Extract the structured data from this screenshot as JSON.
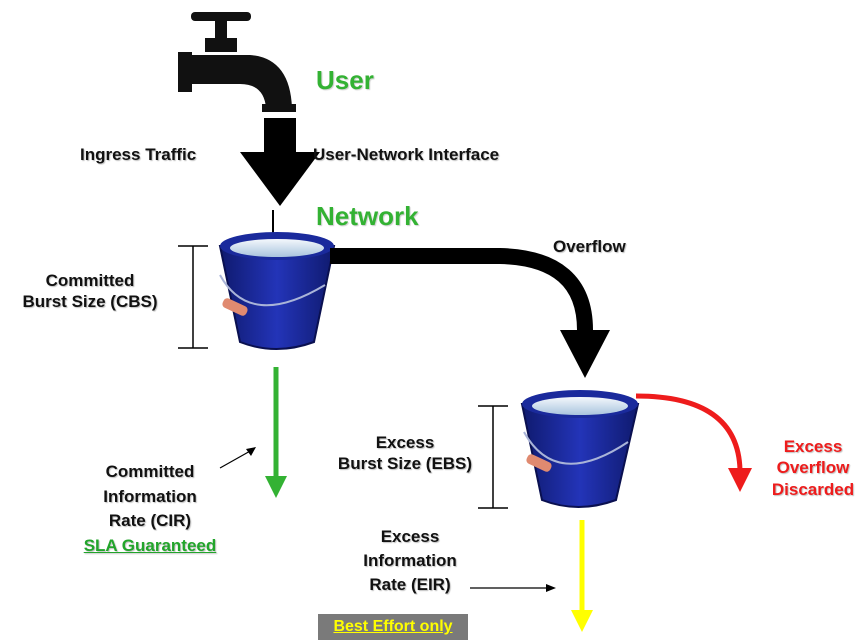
{
  "labels": {
    "user": "User",
    "network": "Network",
    "ingress": "Ingress Traffic",
    "uni": "User-Network Interface",
    "overflow": "Overflow",
    "cbs_line1": "Committed",
    "cbs_line2": "Burst Size (CBS)",
    "cir_line1": "Committed",
    "cir_line2": "Information",
    "cir_line3": "Rate (CIR)",
    "sla": "SLA Guaranteed",
    "ebs_line1": "Excess",
    "ebs_line2": "Burst Size (EBS)",
    "eir_line1": "Excess",
    "eir_line2": "Information",
    "eir_line3": "Rate (EIR)",
    "best_effort": "Best Effort only",
    "discard_line1": "Excess",
    "discard_line2": "Overflow",
    "discard_line3": "Discarded"
  },
  "colors": {
    "accent_green": "#33b233",
    "sla_green": "#22a52b",
    "discard_red": "#ee1c1c",
    "eir_yellow": "#ffff00",
    "bucket_blue": "#1a2a9c",
    "best_effort_bg": "#7a7a7a"
  }
}
